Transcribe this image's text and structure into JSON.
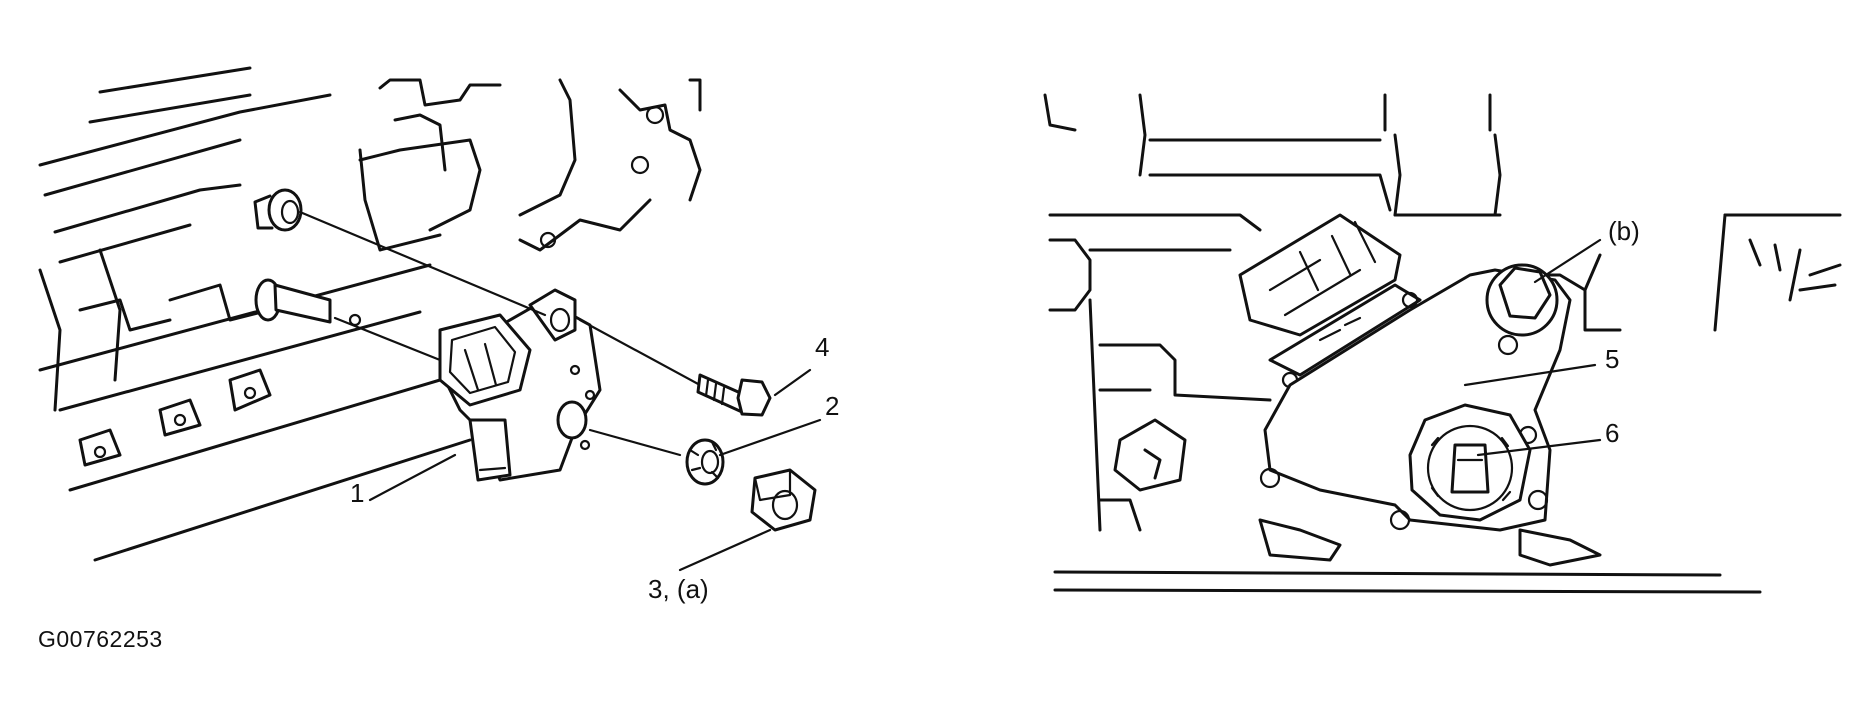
{
  "figure_code": "G00762253",
  "left_view": {
    "callouts": [
      "1",
      "2",
      "3, (a)",
      "4"
    ]
  },
  "right_view": {
    "callouts": [
      "(b)",
      "5",
      "6"
    ]
  }
}
